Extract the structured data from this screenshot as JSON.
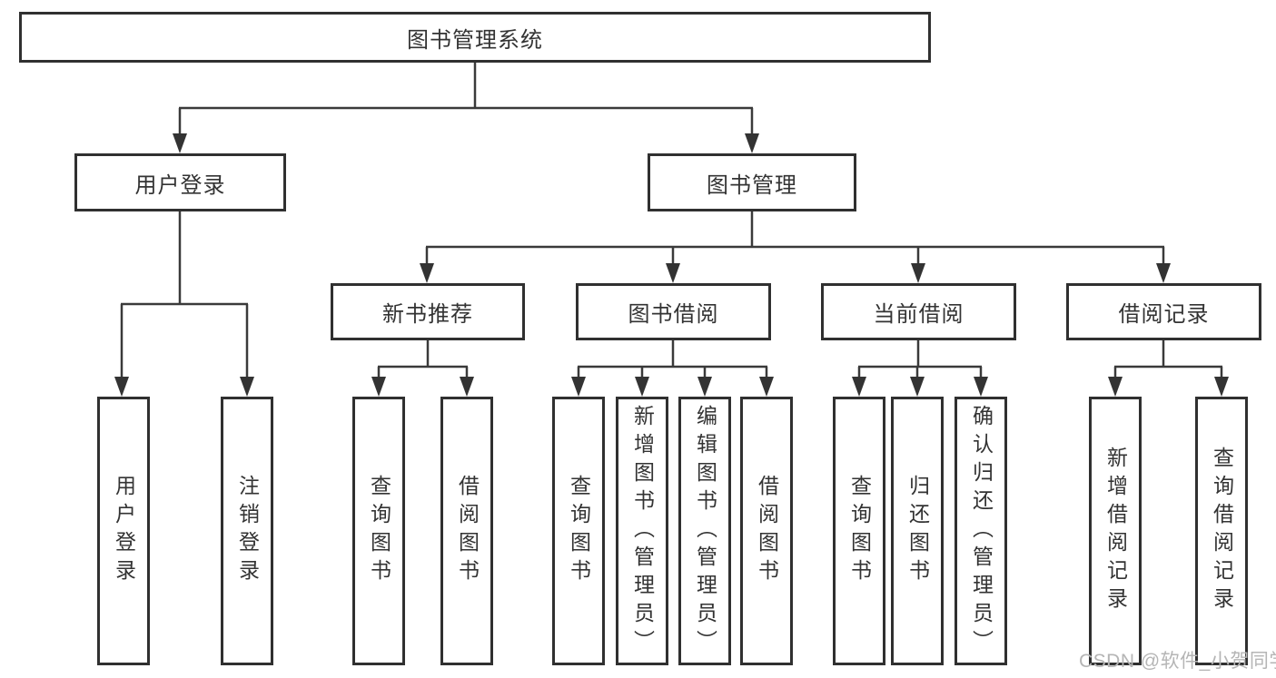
{
  "tree": {
    "root": {
      "label": "图书管理系统"
    },
    "user_login": {
      "label": "用户登录",
      "children": [
        {
          "label": "用户登录"
        },
        {
          "label": "注销登录"
        }
      ]
    },
    "book_mgmt": {
      "label": "图书管理",
      "children": {
        "new_book_rec": {
          "label": "新书推荐",
          "children": [
            {
              "label": "查询图书"
            },
            {
              "label": "借阅图书"
            }
          ]
        },
        "book_borrow": {
          "label": "图书借阅",
          "children": [
            {
              "label": "查询图书"
            },
            {
              "label": "新增图书（管理员）"
            },
            {
              "label": "编辑图书（管理员）"
            },
            {
              "label": "借阅图书"
            }
          ]
        },
        "current_borrow": {
          "label": "当前借阅",
          "children": [
            {
              "label": "查询图书"
            },
            {
              "label": "归还图书"
            },
            {
              "label": "确认归还（管理员）"
            }
          ]
        },
        "borrow_record": {
          "label": "借阅记录",
          "children": [
            {
              "label": "新增借阅记录"
            },
            {
              "label": "查询借阅记录"
            }
          ]
        }
      }
    }
  },
  "watermark": "CSDN @软件_小贺同学",
  "colors": {
    "line": "#3a3a3a",
    "arrow": "#333333",
    "box_border": "#303030",
    "text": "#333333",
    "watermark": "#b5b5b5",
    "background": "#ffffff"
  }
}
